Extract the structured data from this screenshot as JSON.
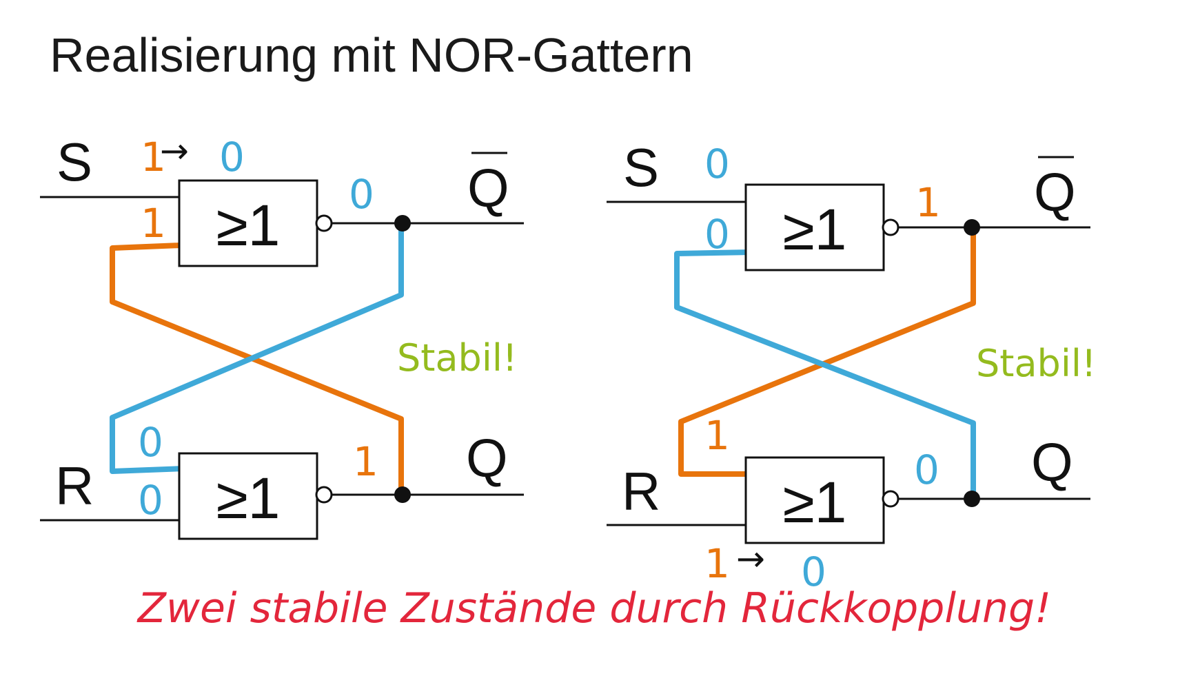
{
  "title": "Realisierung mit NOR-Gattern",
  "caption": "Zwei stabile Zustände durch Rückkopplung!",
  "gate_label": "≥1",
  "signals": {
    "set": "S",
    "reset": "R",
    "q": "Q",
    "q_bar": "Q"
  },
  "arrow": "→",
  "stable_label": "Stabil!",
  "colors": {
    "one": "#e8740c",
    "zero": "#3fa9d8",
    "stable": "#94bb1e",
    "caption": "#e3263b",
    "wire": "#111111"
  },
  "left_circuit": {
    "s_from": "1",
    "s_to": "0",
    "upper_feedback_input": "1",
    "q_bar_value": "0",
    "lower_feedback_input": "0",
    "r_value": "0",
    "q_value": "1"
  },
  "right_circuit": {
    "s_value": "0",
    "upper_feedback_input": "0",
    "q_bar_value": "1",
    "lower_feedback_input": "1",
    "q_value": "0",
    "r_from": "1",
    "r_to": "0"
  }
}
